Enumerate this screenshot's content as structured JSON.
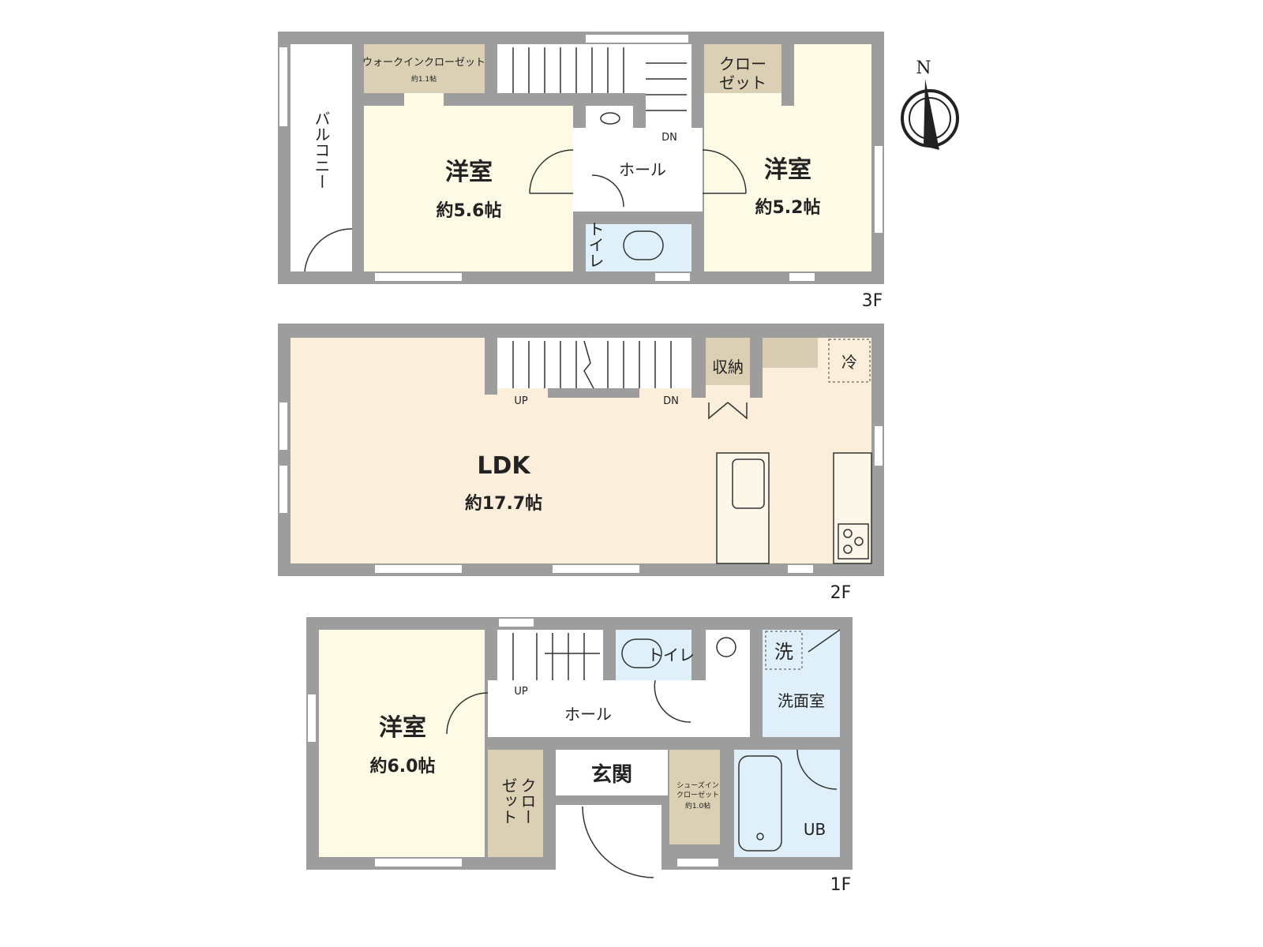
{
  "floors": {
    "f3": {
      "label": "3F",
      "balcony": "バルコニー",
      "walk_in_closet": {
        "name": "ウォークインクローゼット",
        "size": "約1.1帖"
      },
      "west_room": {
        "name": "洋室",
        "size": "約5.6帖"
      },
      "hall": "ホール",
      "toilet": "トイレ",
      "stair_dn": "DN",
      "east_closet": {
        "line1": "クロー",
        "line2": "ゼット"
      },
      "east_room": {
        "name": "洋室",
        "size": "約5.2帖"
      }
    },
    "f2": {
      "label": "2F",
      "ldk": {
        "name": "LDK",
        "size": "約17.7帖"
      },
      "stair_up": "UP",
      "stair_dn": "DN",
      "storage": "収納",
      "fridge": "冷"
    },
    "f1": {
      "label": "1F",
      "room": {
        "name": "洋室",
        "size": "約6.0帖"
      },
      "closet": {
        "line1": "クロー",
        "line2": "ゼット"
      },
      "stair_up": "UP",
      "toilet": "トイレ",
      "hall": "ホール",
      "entrance": "玄関",
      "shoe_closet": {
        "line1": "シューズイン",
        "line2": "クローゼット",
        "size": "約1.0帖"
      },
      "washer": "洗",
      "washroom": "洗面室",
      "bath": "UB"
    }
  },
  "compass": {
    "north": "N"
  },
  "colors": {
    "wall": "#9d9d9d",
    "room": "#fdfbe6",
    "ldk": "#fbeedb",
    "closet": "#dcd0b4",
    "wet": "#dff0fb"
  }
}
